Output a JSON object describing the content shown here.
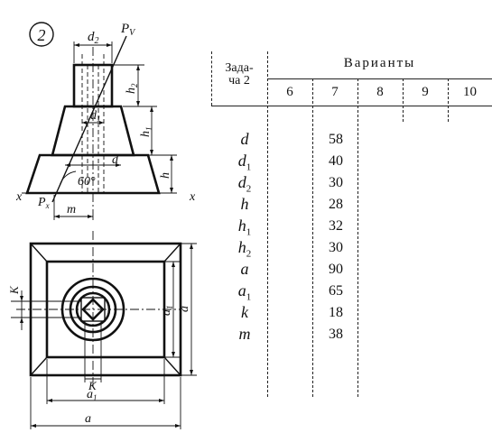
{
  "task_marker": "2",
  "drawing_labels": {
    "d2": "d",
    "d2_sub": "2",
    "d1": "d",
    "d1_sub": "1",
    "d": "d",
    "h2": "h",
    "h2_sub": "2",
    "h1": "h",
    "h1_sub": "1",
    "h": "h",
    "pv": "P",
    "pv_sub": "V",
    "px": "P",
    "px_sub": "x",
    "angle": "60°",
    "x_left": "x",
    "x_right": "x",
    "m": "m",
    "k_side": "K",
    "k_bottom": "K",
    "a1_side": "a",
    "a1_side_sub": "1",
    "a_side": "a",
    "a1_bottom": "a",
    "a1_bottom_sub": "1",
    "a_bottom": "a"
  },
  "table": {
    "header_task": "Зада-\nча 2",
    "header_variants": "Варианты",
    "variant_numbers": [
      "6",
      "7",
      "8",
      "9",
      "10"
    ],
    "rows": [
      {
        "symbol": "d",
        "sub": "",
        "value": "58"
      },
      {
        "symbol": "d",
        "sub": "1",
        "value": "40"
      },
      {
        "symbol": "d",
        "sub": "2",
        "value": "30"
      },
      {
        "symbol": "h",
        "sub": "",
        "value": "28"
      },
      {
        "symbol": "h",
        "sub": "1",
        "value": "32"
      },
      {
        "symbol": "h",
        "sub": "2",
        "value": "30"
      },
      {
        "symbol": "a",
        "sub": "",
        "value": "90"
      },
      {
        "symbol": "a",
        "sub": "1",
        "value": "65"
      },
      {
        "symbol": "k",
        "sub": "",
        "value": "18"
      },
      {
        "symbol": "m",
        "sub": "",
        "value": "38"
      }
    ]
  }
}
